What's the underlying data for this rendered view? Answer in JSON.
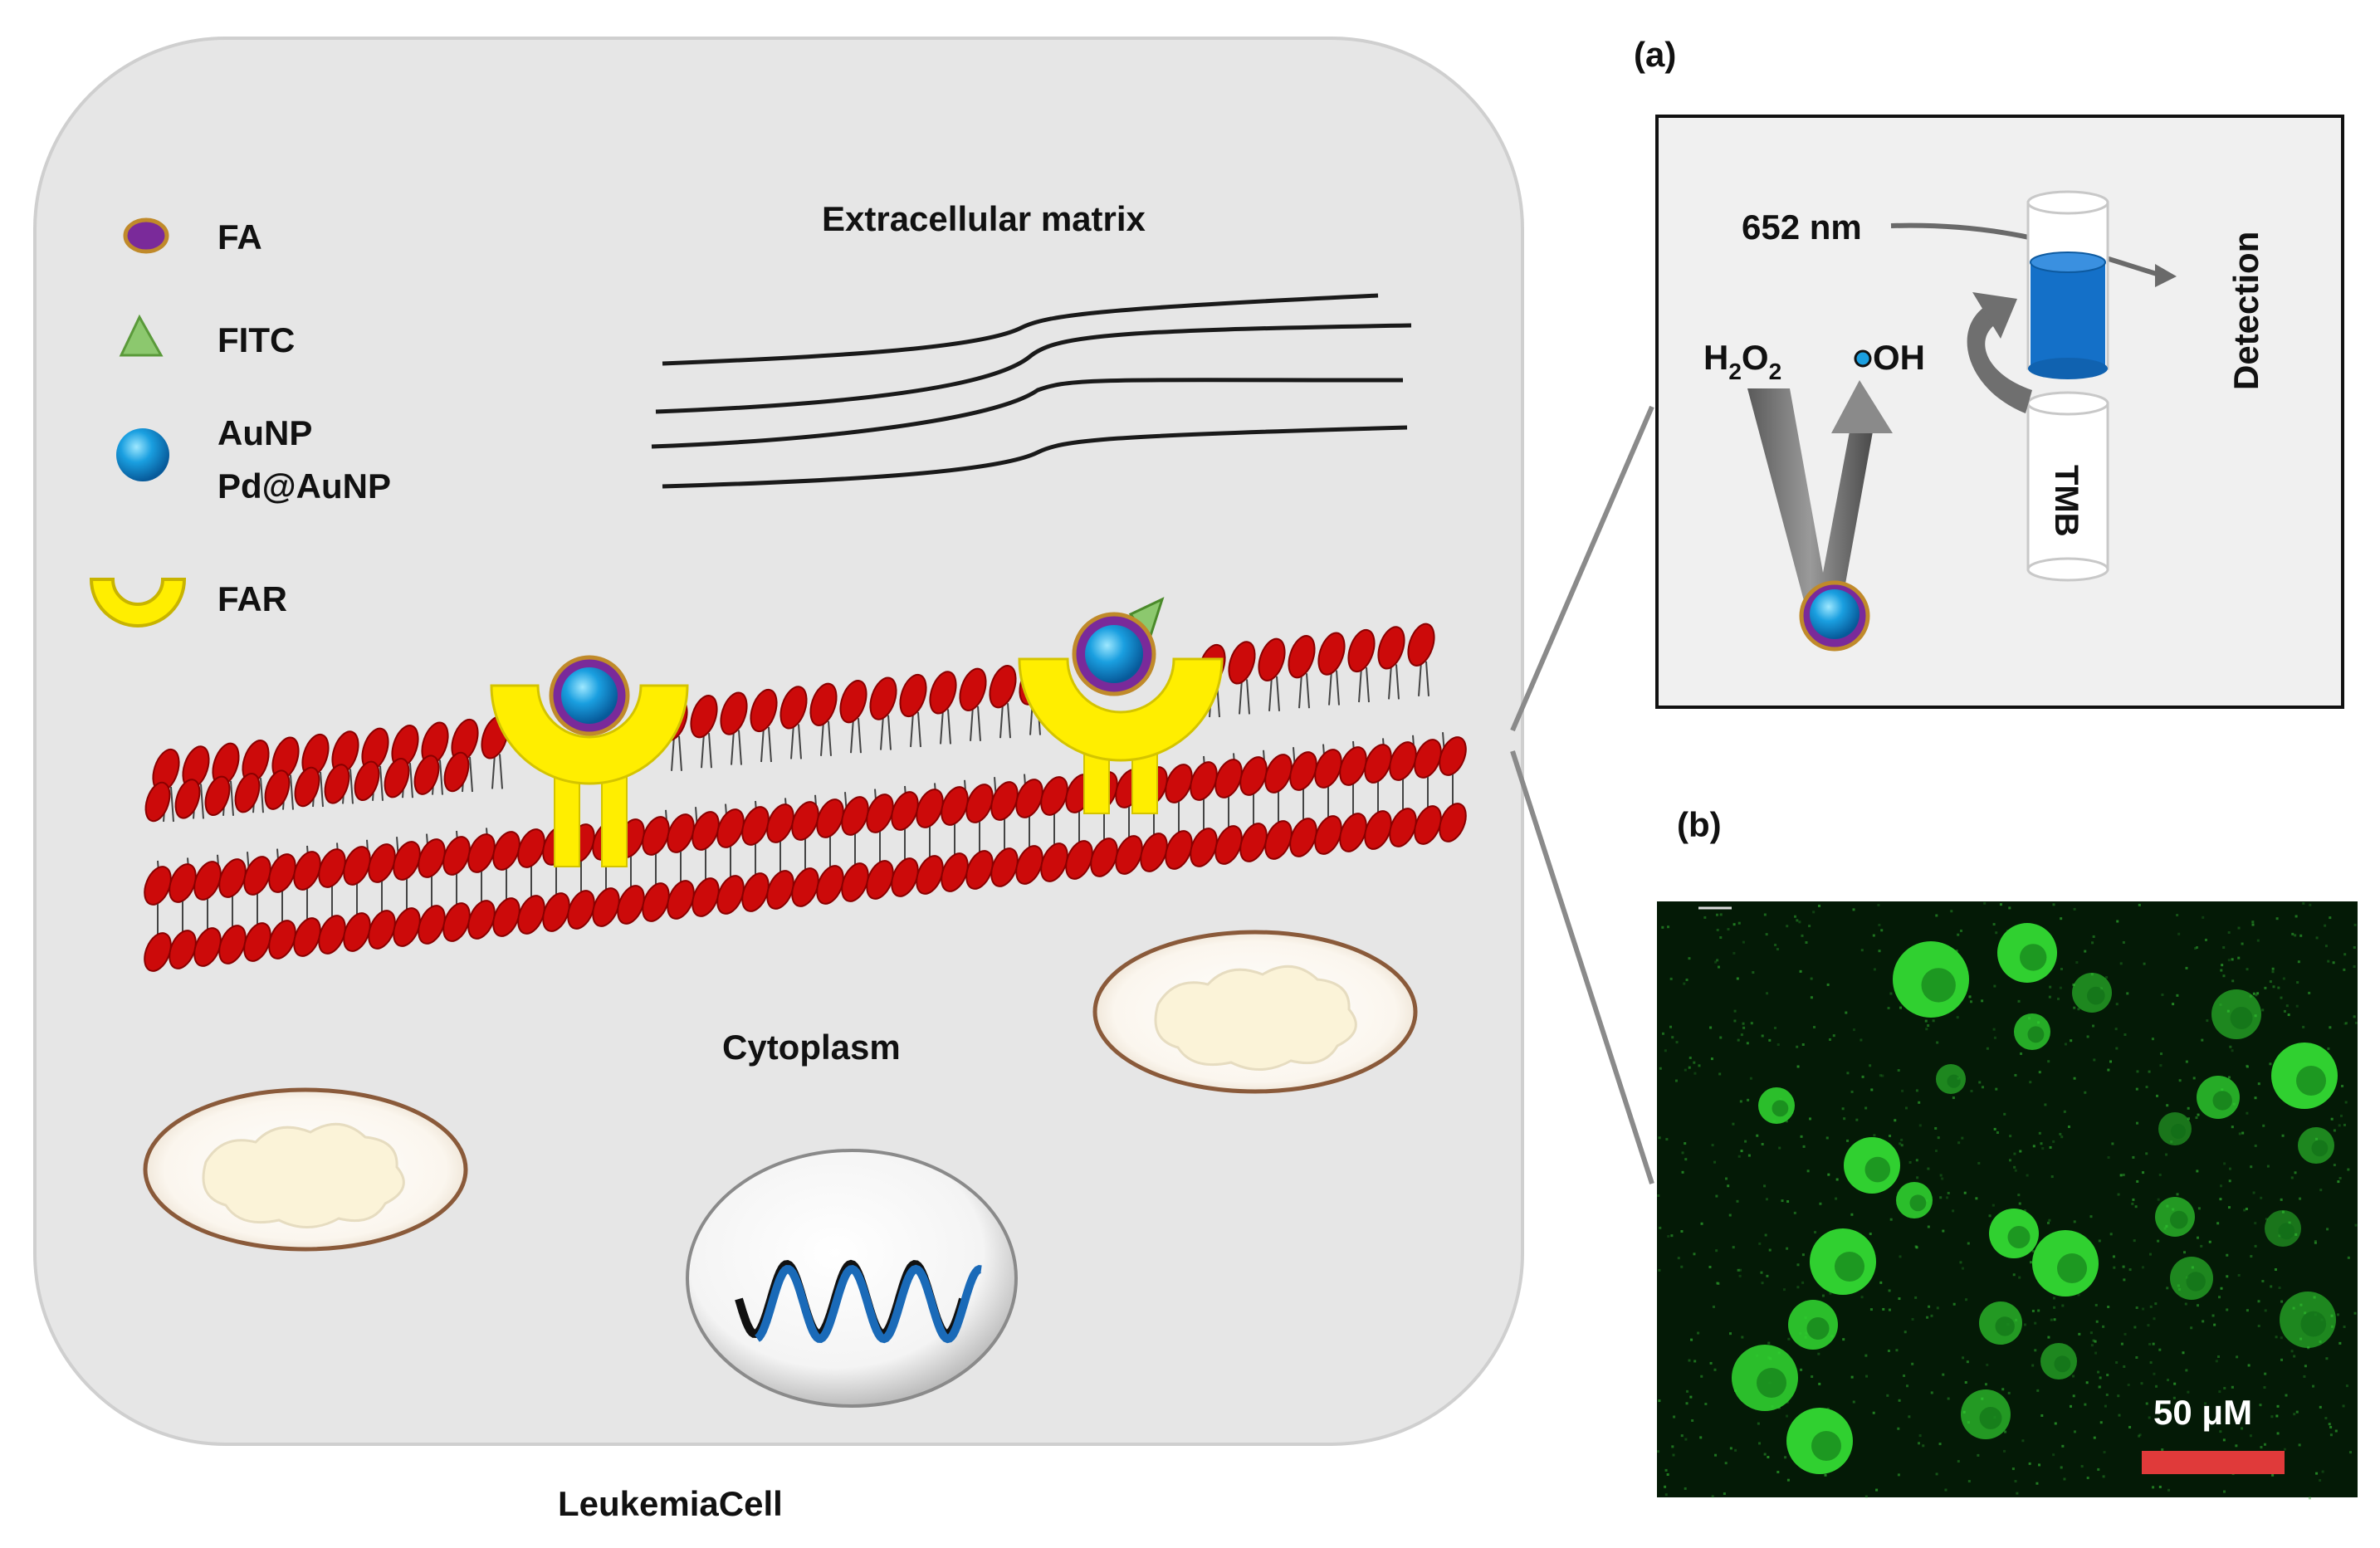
{
  "legend": {
    "fa": "FA",
    "fitc": "FITC",
    "aunp_line1": "AuNP",
    "aunp_line2": "Pd@AuNP",
    "far": "FAR"
  },
  "cell": {
    "extracellular_label": "Extracellular matrix",
    "cytoplasm_label": "Cytoplasm",
    "caption": "LeukemiaCell"
  },
  "panel_a": {
    "label": "(a)",
    "wavelength": "652 nm",
    "h2o2": {
      "h": "H",
      "s1": "2",
      "o": "O",
      "s2": "2"
    },
    "oh": "OH",
    "tmb": "TMB",
    "detection": "Detection"
  },
  "panel_b": {
    "label": "(b)",
    "scale_bar": "50 μM"
  },
  "colors": {
    "cell_fill": "#e6e6e6",
    "lipid_red": "#cc0a0a",
    "receptor_yellow": "#ffee00",
    "aunp_blue": "#1a9fe0",
    "fa_purple": "#7a2a9a",
    "fluor_green": "#30d030",
    "scale_red": "#e03a3a",
    "cuvette_blue": "#1470c8"
  }
}
